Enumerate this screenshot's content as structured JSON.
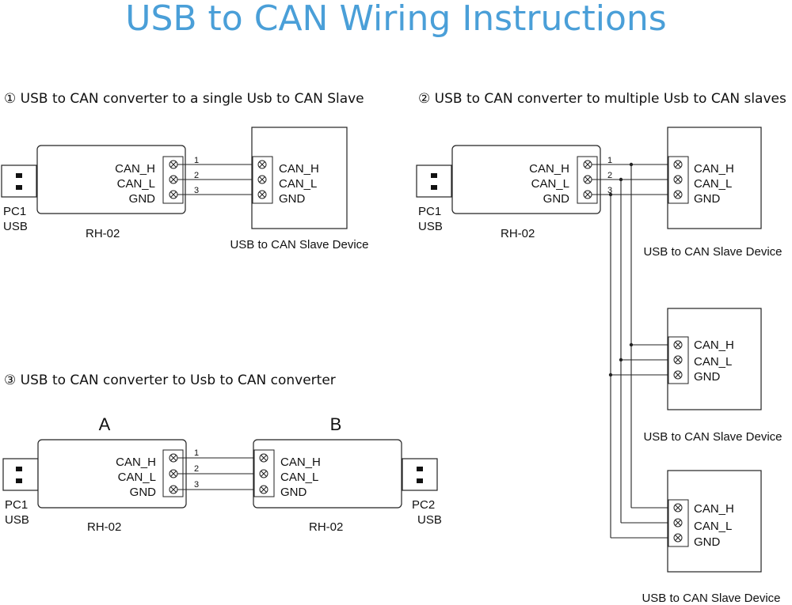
{
  "title": "USB to CAN  Wiring Instructions",
  "sections": {
    "s1": "① USB to CAN converter to a single Usb to CAN Slave",
    "s2": "② USB to CAN converter to multiple Usb to CAN slaves",
    "s3": "③ USB to CAN converter to Usb to CAN converter"
  },
  "signals": [
    "CAN_H",
    "CAN_L",
    "GND"
  ],
  "pins": [
    "1",
    "2",
    "3"
  ],
  "converter_model": "RH-02",
  "slave_label": "USB to CAN Slave Device",
  "pc1": "PC1",
  "pc2": "PC2",
  "usb": "USB",
  "label_a": "A",
  "label_b": "B"
}
